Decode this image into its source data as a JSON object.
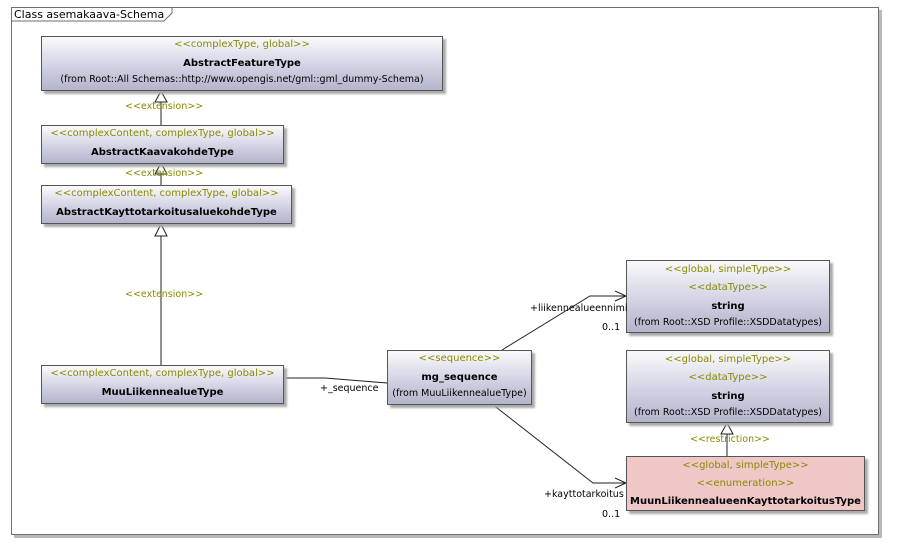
{
  "diagram": {
    "title": "Class asemakaava-Schema"
  },
  "classes": {
    "abstract_feature": {
      "stereotypes": [
        "<<complexType, global>>"
      ],
      "name": "AbstractFeatureType",
      "from": "(from Root::All Schemas::http://www.opengis.net/gml::gml_dummy-Schema)"
    },
    "abstract_kaavakohde": {
      "stereotypes": [
        "<<complexContent, complexType, global>>"
      ],
      "name": "AbstractKaavakohdeType"
    },
    "abstract_kayttotarkoitus": {
      "stereotypes": [
        "<<complexContent, complexType, global>>"
      ],
      "name": "AbstractKayttotarkoitusaluekohdeType"
    },
    "muu_liikennealue": {
      "stereotypes": [
        "<<complexContent, complexType, global>>"
      ],
      "name": "MuuLiikennealueType"
    },
    "mg_sequence": {
      "stereotypes": [
        "<<sequence>>"
      ],
      "name": "mg_sequence",
      "from": "(from MuuLiikennealueType)"
    },
    "string_top": {
      "stereotypes": [
        "<<global, simpleType>>",
        "<<dataType>>"
      ],
      "name": "string",
      "from": "(from Root::XSD Profile::XSDDatatypes)"
    },
    "string_bottom": {
      "stereotypes": [
        "<<global, simpleType>>",
        "<<dataType>>"
      ],
      "name": "string",
      "from": "(from Root::XSD Profile::XSDDatatypes)"
    },
    "enum_type": {
      "stereotypes": [
        "<<global, simpleType>>",
        "<<enumeration>>"
      ],
      "name": "MuunLiikennealueenKayttotarkoitusType"
    }
  },
  "relations": {
    "extension_1": "<<extension>>",
    "extension_2": "<<extension>>",
    "extension_3": "<<extension>>",
    "restriction": "<<restriction>>",
    "sequence_role": "+_sequence",
    "liikennealueennimi_role": "+liikennealueennimi",
    "liikennealueennimi_mult": "0..1",
    "kayttotarkoitus_role": "+kayttotarkoitus",
    "kayttotarkoitus_mult": "0..1"
  }
}
